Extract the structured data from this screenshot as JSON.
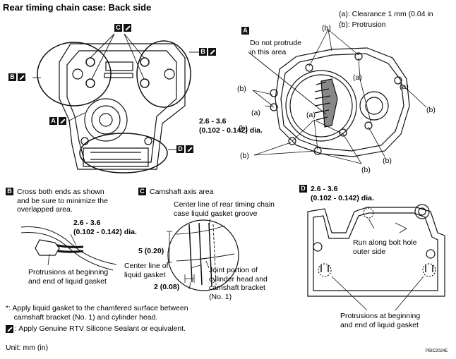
{
  "title": "Rear timing chain case: Back side",
  "legend_ab": {
    "a": "(a): Clearance 1 mm (0.04 in",
    "b": "(b): Protrusion"
  },
  "section_letters": {
    "A": "A",
    "B": "B",
    "C": "C",
    "D": "D"
  },
  "panel_a": {
    "note": "Do not protrude\nin this area",
    "dim": "2.6 - 3.6\n(0.102 - 0.142) dia.",
    "label_a": "(a)",
    "label_b": "(b)"
  },
  "panel_b": {
    "desc": "Cross both ends as shown\nand be sure to minimize the\noverlapped area.",
    "dim": "2.6 - 3.6\n(0.102 - 0.142) dia.",
    "protrusion": "Protrusions at beginning\nand end of liquid gasket"
  },
  "panel_c": {
    "title": "Camshaft axis area",
    "center_groove": "Center line of rear timing chain\ncase liquid gasket groove",
    "dim5": "5 (0.20)",
    "center_gasket": "Center line of\nliquid gasket",
    "joint": "Joint portion of\ncylinder head and\ncamshaft bracket\n(No. 1)",
    "dim2": "2 (0.08)"
  },
  "panel_d": {
    "dim": "2.6 - 3.6\n(0.102 - 0.142) dia.",
    "bolt": "Run along bolt hole\nouter side",
    "protrusion": "Protrusions at beginning\nand end of liquid gasket"
  },
  "notes": {
    "asterisk": "*: Apply liquid gasket to the chamfered surface between\n    camshaft bracket (No. 1) and cylinder head.",
    "rtv": ": Apply Genuine RTV Silicone Sealant or equivalent.",
    "unit": "Unit: mm (in)",
    "code": "PBIC2024E"
  }
}
